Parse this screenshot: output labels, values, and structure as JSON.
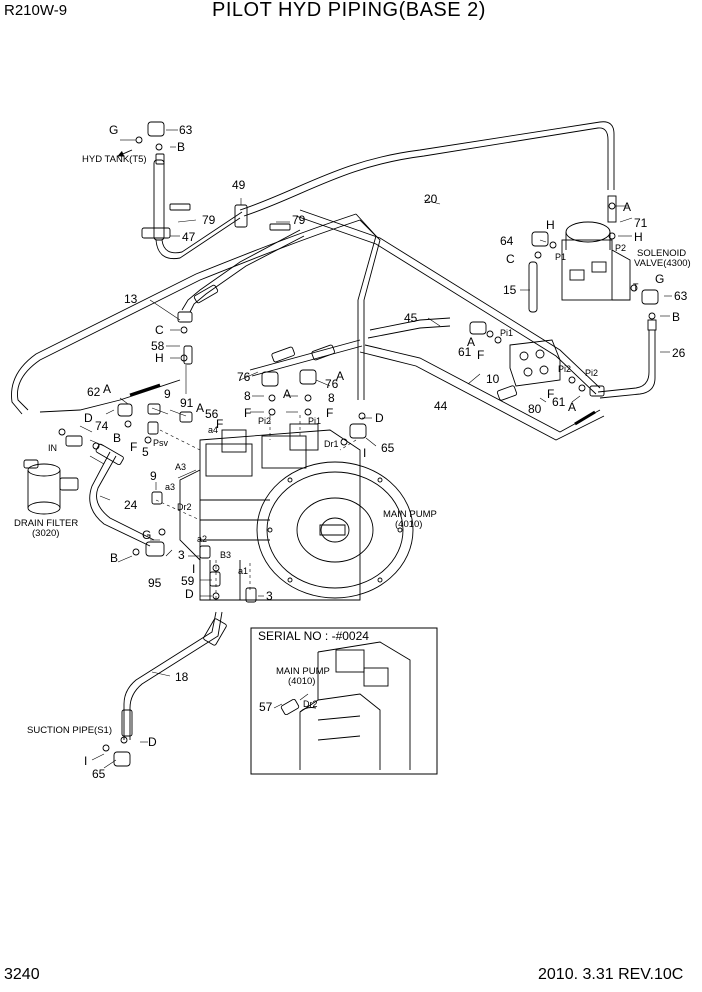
{
  "header": {
    "model": "R210W-9",
    "title": "PILOT HYD PIPING(BASE 2)"
  },
  "footer": {
    "page": "3240",
    "date_rev": "2010. 3.31  REV.10C"
  },
  "callouts": {
    "p3a": "3",
    "p3b": "3",
    "p5": "5",
    "p8a": "8",
    "p8b": "8",
    "p9a": "9",
    "p9b": "9",
    "p10": "10",
    "p13": "13",
    "p15": "15",
    "p18": "18",
    "p20": "20",
    "p24": "24",
    "p26": "26",
    "p44": "44",
    "p45": "45",
    "p47": "47",
    "p49": "49",
    "p56": "56",
    "p57": "57",
    "p58": "58",
    "p59": "59",
    "p61a": "61",
    "p61b": "61",
    "p62": "62",
    "p63a": "63",
    "p63b": "63",
    "p64": "64",
    "p65a": "65",
    "p65b": "65",
    "p71": "71",
    "p74": "74",
    "p76a": "76",
    "p76b": "76",
    "p79a": "79",
    "p79b": "79",
    "p80": "80",
    "p91": "91",
    "p95": "95"
  },
  "letters": {
    "A": "A",
    "B": "B",
    "C": "C",
    "D": "D",
    "F": "F",
    "G": "G",
    "H": "H",
    "I": "I"
  },
  "port_labels": {
    "a1": "a1",
    "a2": "a2",
    "a3": "a3",
    "a4": "a4",
    "A3": "A3",
    "B3": "B3",
    "Dr1": "Dr1",
    "Dr2": "Dr2",
    "Pi1": "Pi1",
    "Pi2": "Pi2",
    "Psv": "Psv",
    "P1": "P1",
    "P2": "P2",
    "T": "T",
    "IN": "IN"
  },
  "component_labels": {
    "hyd_tank": "HYD TANK(T5)",
    "solenoid_1": "SOLENOID",
    "solenoid_2": "VALVE(4300)",
    "drain_filter_1": "DRAIN FILTER",
    "drain_filter_2": "(3020)",
    "main_pump_1": "MAIN PUMP",
    "main_pump_2": "(4010)",
    "suction_pipe": "SUCTION PIPE(S1)",
    "serial_no": "SERIAL NO : -#0024",
    "inset_pump_1": "MAIN PUMP",
    "inset_pump_2": "(4010)"
  },
  "icons": [
    "elbow-fitting-icon",
    "o-ring-icon",
    "connector-icon",
    "hose-icon",
    "pump-icon",
    "valve-block-icon",
    "filter-icon"
  ]
}
